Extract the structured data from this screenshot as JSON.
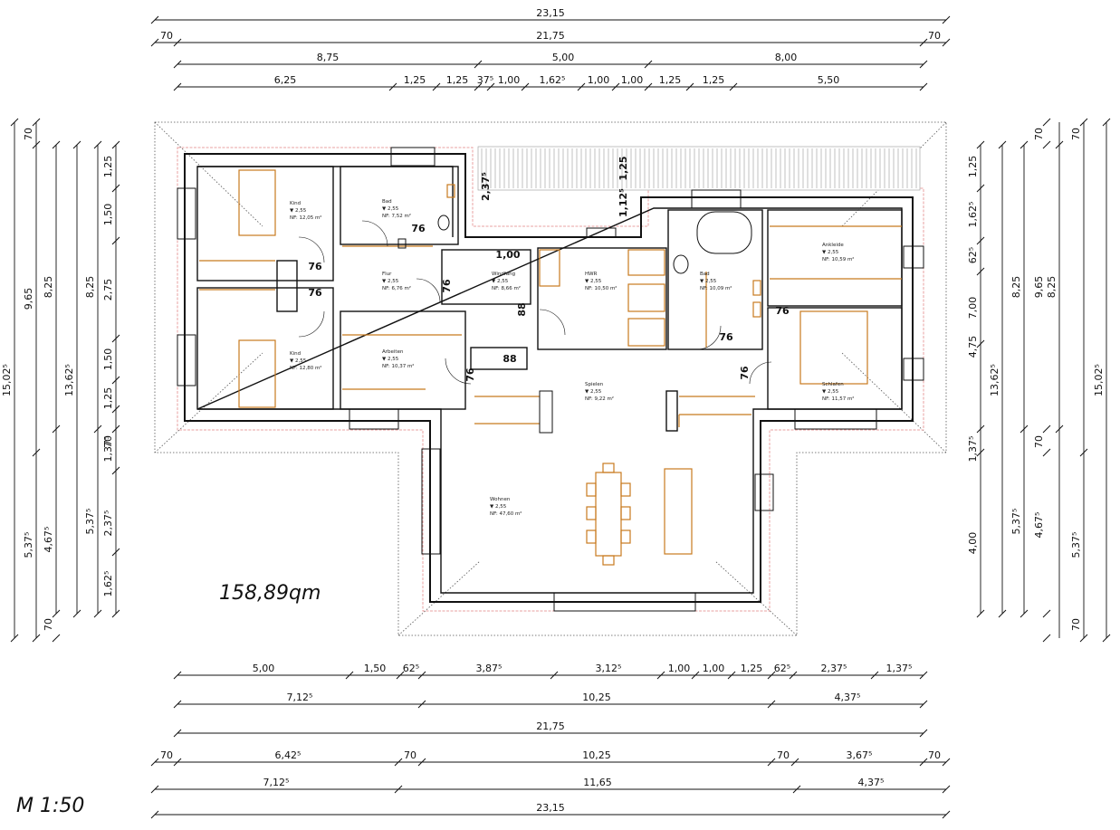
{
  "title_area": "158,89qm",
  "scale": "M 1:50",
  "top_dims": {
    "row1": [
      "23,15"
    ],
    "row2": [
      "70",
      "21,75",
      "70"
    ],
    "row3": [
      "8,75",
      "5,00",
      "8,00"
    ],
    "row4": [
      "6,25",
      "1,25",
      "1,25",
      "37⁵",
      "1,00",
      "1,62⁵",
      "1,00",
      "1,00",
      "1,25",
      "1,25",
      "5,50"
    ]
  },
  "bottom_dims": {
    "row1": [
      "5,00",
      "1,50",
      "62⁵",
      "3,87⁵",
      "3,12⁵",
      "1,00",
      "1,00",
      "1,25",
      "62⁵",
      "2,37⁵",
      "1,37⁵"
    ],
    "row2": [
      "7,12⁵",
      "10,25",
      "4,37⁵"
    ],
    "row3": [
      "21,75"
    ],
    "row4": [
      "70",
      "6,42⁵",
      "70",
      "10,25",
      "70",
      "3,67⁵",
      "70"
    ],
    "row5": [
      "7,12⁵",
      "11,65",
      "4,37⁵"
    ],
    "row6": [
      "23,15"
    ]
  },
  "left_dims": {
    "col1": [
      "15,02⁵"
    ],
    "col2": [
      "70",
      "9,65",
      "5,37⁵"
    ],
    "col3": [
      "8,25",
      "4,67⁵",
      "70"
    ],
    "col4": [
      "13,62⁵"
    ],
    "col5": [
      "8,25",
      "5,37⁵"
    ],
    "col6": [
      "1,25",
      "1,50",
      "2,75",
      "1,50",
      "1,25",
      "70",
      "1,37⁵",
      "2,37⁵",
      "1,62⁵"
    ]
  },
  "right_dims": {
    "col1": [
      "1,25",
      "1,62⁵",
      "62⁵",
      "7,00",
      "4,75",
      "1,37⁵",
      "4,00"
    ],
    "col2": [
      "13,62⁵"
    ],
    "col3": [
      "8,25",
      "5,37⁵"
    ],
    "col4": [
      "70",
      "9,65",
      "70",
      "4,67⁵"
    ],
    "col5": [
      "8,25"
    ],
    "col6": [
      "15,02⁵"
    ],
    "col7": [
      "70",
      "70",
      "5,37⁵"
    ]
  },
  "inner_dims": [
    "2,37⁵",
    "1,25",
    "1,12⁵",
    "1,00",
    "76",
    "76",
    "76",
    "76",
    "88",
    "88",
    "76",
    "76",
    "76",
    "76"
  ],
  "rooms": [
    {
      "name": "Kind",
      "h": "▼ 2,55",
      "nf": "NF: 12,05 m²"
    },
    {
      "name": "Bad",
      "h": "▼ 2,55",
      "nf": "NF: 7,52 m²"
    },
    {
      "name": "Flur",
      "h": "▼ 2,55",
      "nf": "NF: 6,76 m²"
    },
    {
      "name": "Kind",
      "h": "▼ 2,55",
      "nf": "NF: 12,80 m²"
    },
    {
      "name": "Arbeiten",
      "h": "▼ 2,55",
      "nf": "NF: 10,37 m²"
    },
    {
      "name": "Windfang",
      "h": "▼ 2,55",
      "nf": "NF: 8,66 m²"
    },
    {
      "name": "HWR",
      "h": "▼ 2,55",
      "nf": "NF: 10,50 m²"
    },
    {
      "name": "Bad",
      "h": "▼ 2,55",
      "nf": "NF: 10,09 m²"
    },
    {
      "name": "Ankleide",
      "h": "▼ 2,55",
      "nf": "NF: 10,59 m²"
    },
    {
      "name": "Schlafen",
      "h": "▼ 2,55",
      "nf": "NF: 11,57 m²"
    },
    {
      "name": "Spielen",
      "h": "▼ 2,55",
      "nf": "NF: 9,22 m²"
    },
    {
      "name": "Wohnen",
      "h": "▼ 2,55",
      "nf": "NF: 47,60 m²"
    }
  ],
  "colors": {
    "wall": "#111111",
    "furniture": "#c87a1e",
    "eaves": "#e8a0a0",
    "line": "#222222"
  }
}
